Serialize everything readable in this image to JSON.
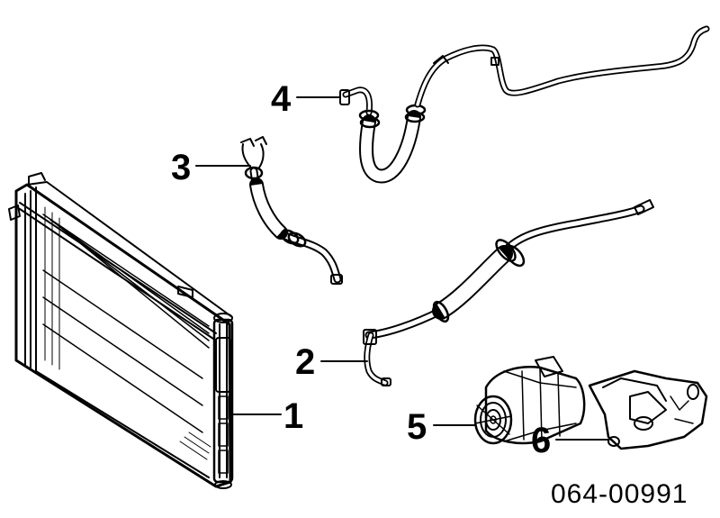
{
  "callouts": [
    {
      "id": "1",
      "label": "1"
    },
    {
      "id": "2",
      "label": "2"
    },
    {
      "id": "3",
      "label": "3"
    },
    {
      "id": "4",
      "label": "4"
    },
    {
      "id": "5",
      "label": "5"
    },
    {
      "id": "6",
      "label": "6"
    }
  ],
  "reference_code": "064-00991",
  "colors": {
    "line": "#000000",
    "background": "#ffffff"
  }
}
